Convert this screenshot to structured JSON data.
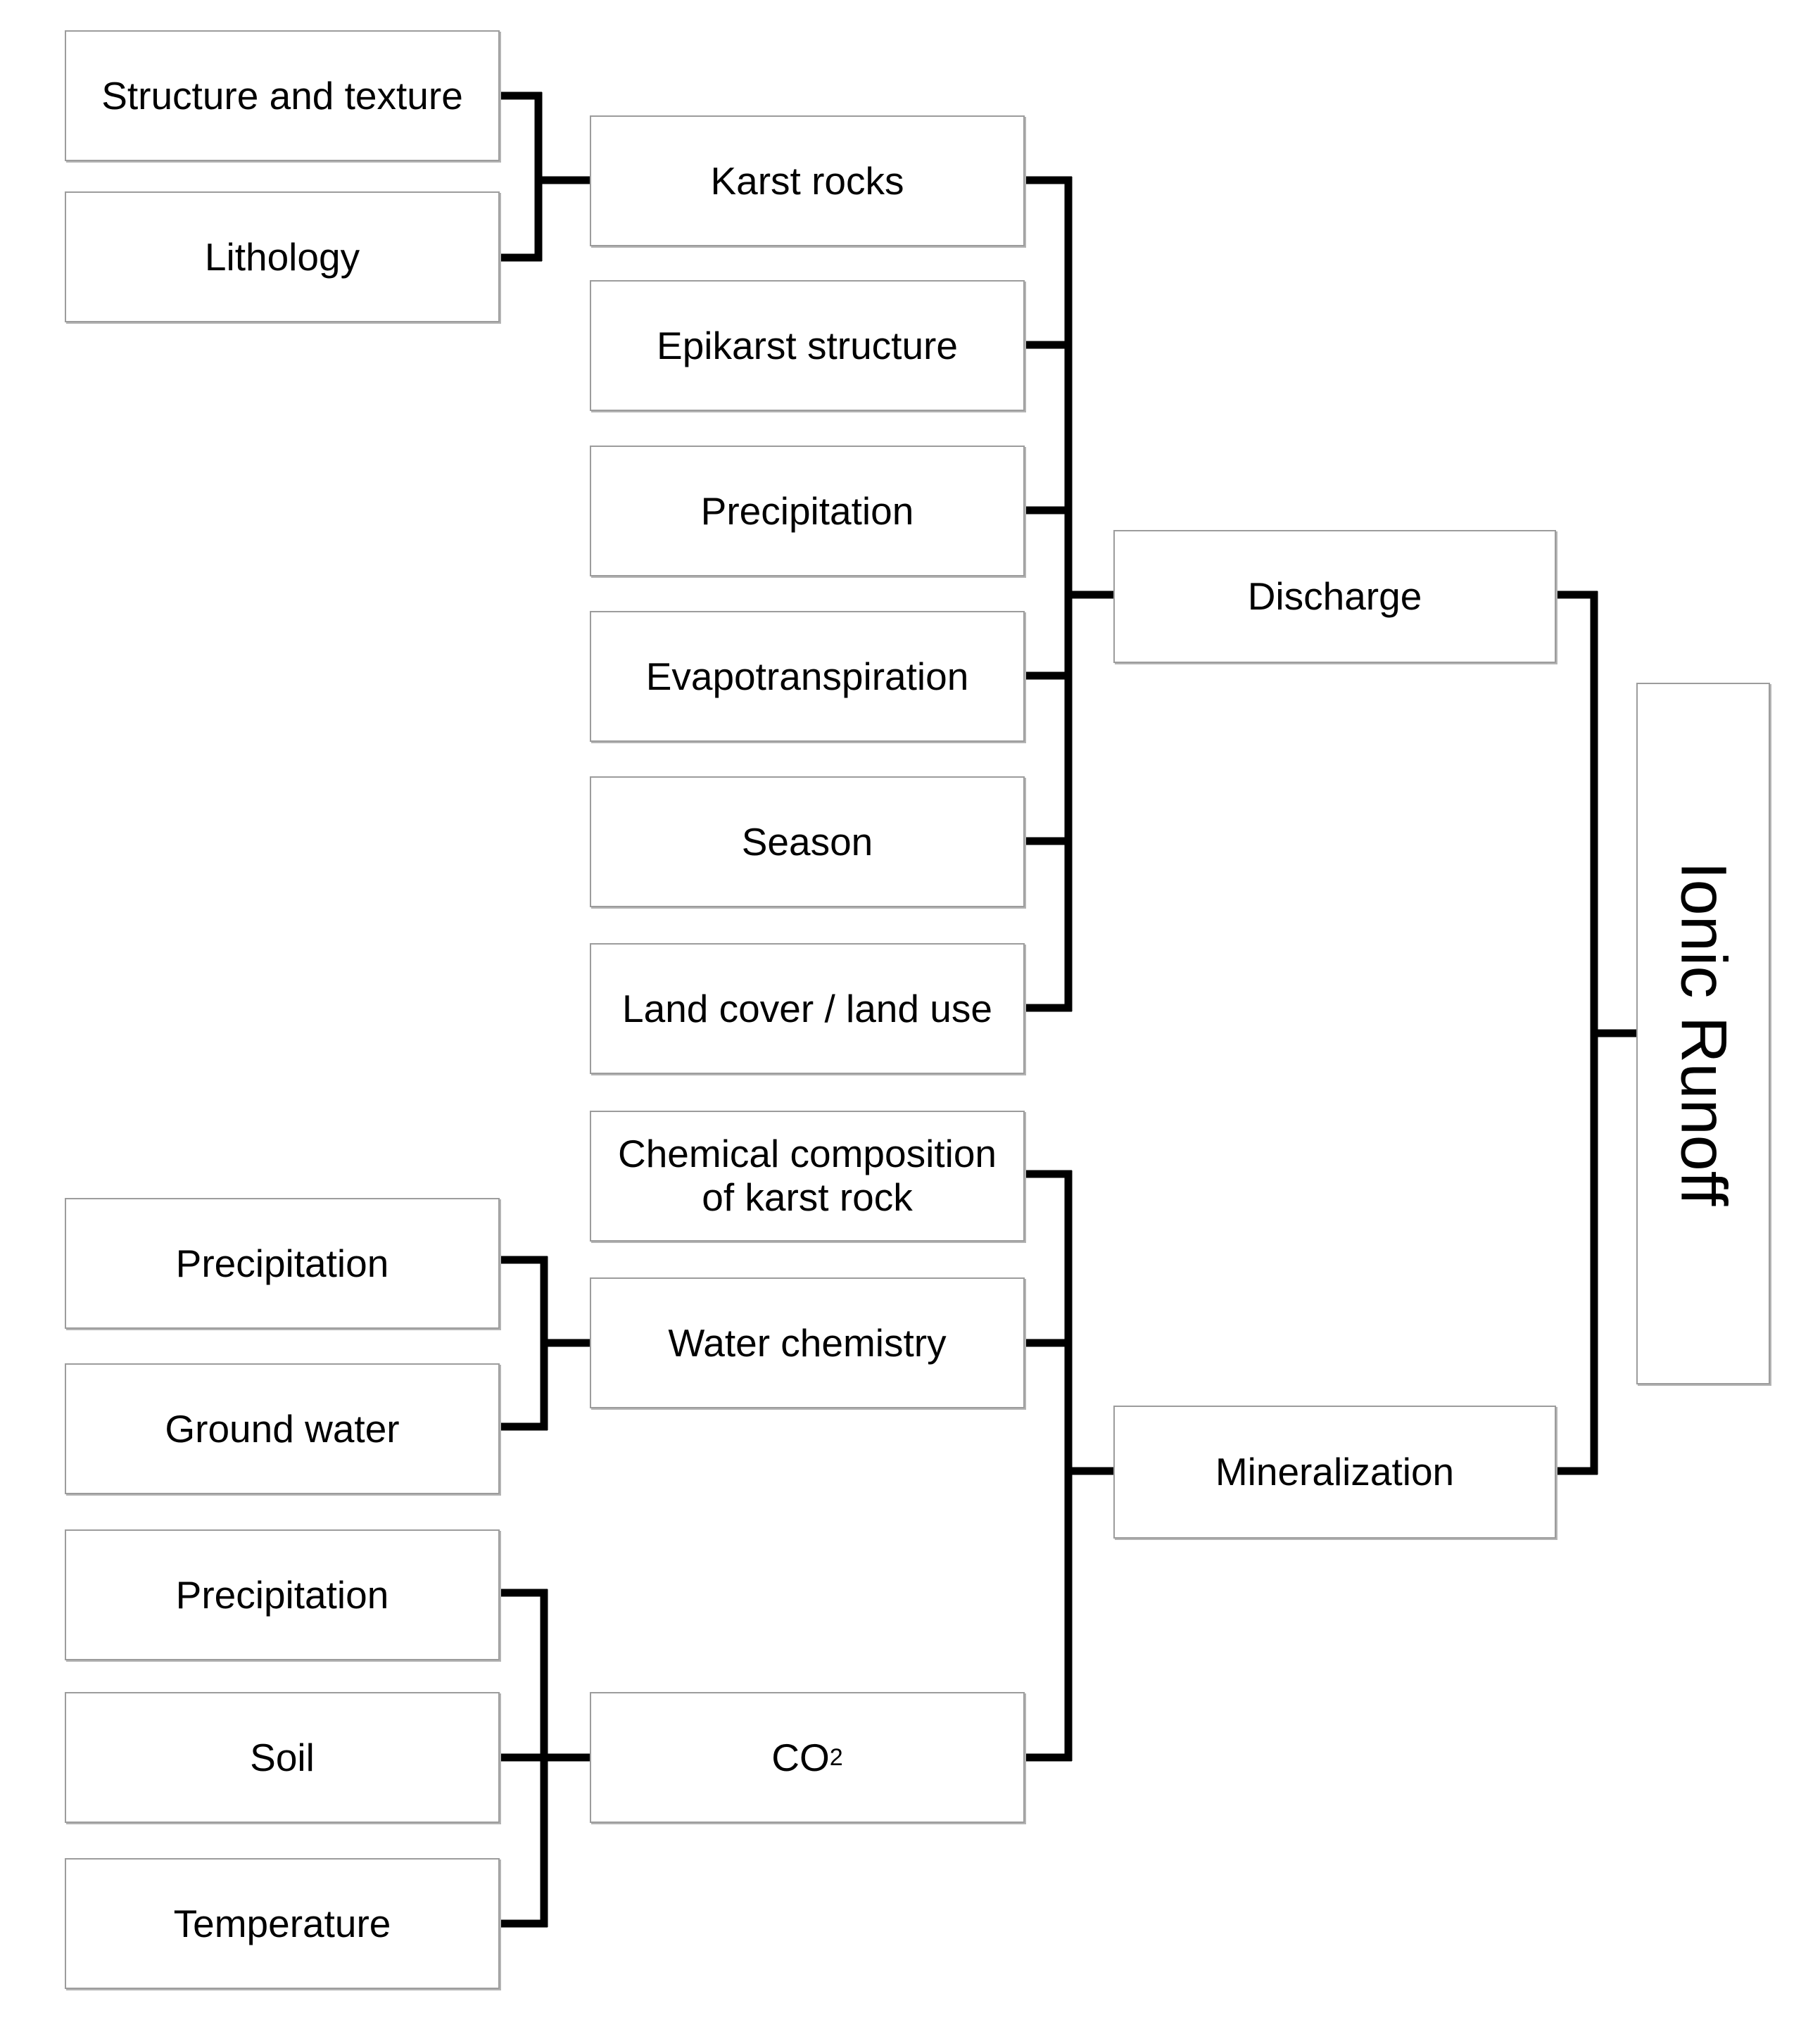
{
  "diagram": {
    "title": "Ionic Runoff conceptual model",
    "type": "flow-diagram",
    "colors": {
      "box_border": "#9c9c9c",
      "box_fill": "#ffffff",
      "connector": "#000000",
      "text": "#000000"
    },
    "nodes": {
      "structure_and_texture": "Structure and texture",
      "lithology": "Lithology",
      "karst_rocks": "Karst rocks",
      "epikarst_structure": "Epikarst structure",
      "precipitation_discharge": "Precipitation",
      "evapotranspiration": "Evapotranspiration",
      "season": "Season",
      "land_cover_land_use": "Land cover / land use",
      "chemical_composition_of_karst_rock": "Chemical composition\nof karst rock",
      "precipitation_water_chemistry": "Precipitation",
      "ground_water": "Ground water",
      "water_chemistry": "Water chemistry",
      "precipitation_co2": "Precipitation",
      "soil": "Soil",
      "temperature": "Temperature",
      "co2_label": "CO",
      "co2_subscript": "2",
      "discharge": "Discharge",
      "mineralization": "Mineralization",
      "ionic_runoff": "Ionic Runoff"
    },
    "edges": [
      {
        "from": "structure_and_texture",
        "to": "karst_rocks"
      },
      {
        "from": "lithology",
        "to": "karst_rocks"
      },
      {
        "from": "karst_rocks",
        "to": "discharge"
      },
      {
        "from": "epikarst_structure",
        "to": "discharge"
      },
      {
        "from": "precipitation_discharge",
        "to": "discharge"
      },
      {
        "from": "evapotranspiration",
        "to": "discharge"
      },
      {
        "from": "season",
        "to": "discharge"
      },
      {
        "from": "land_cover_land_use",
        "to": "discharge"
      },
      {
        "from": "precipitation_water_chemistry",
        "to": "water_chemistry"
      },
      {
        "from": "ground_water",
        "to": "water_chemistry"
      },
      {
        "from": "precipitation_co2",
        "to": "co2"
      },
      {
        "from": "soil",
        "to": "co2"
      },
      {
        "from": "temperature",
        "to": "co2"
      },
      {
        "from": "chemical_composition_of_karst_rock",
        "to": "mineralization"
      },
      {
        "from": "water_chemistry",
        "to": "mineralization"
      },
      {
        "from": "co2",
        "to": "mineralization"
      },
      {
        "from": "discharge",
        "to": "ionic_runoff"
      },
      {
        "from": "mineralization",
        "to": "ionic_runoff"
      }
    ]
  }
}
